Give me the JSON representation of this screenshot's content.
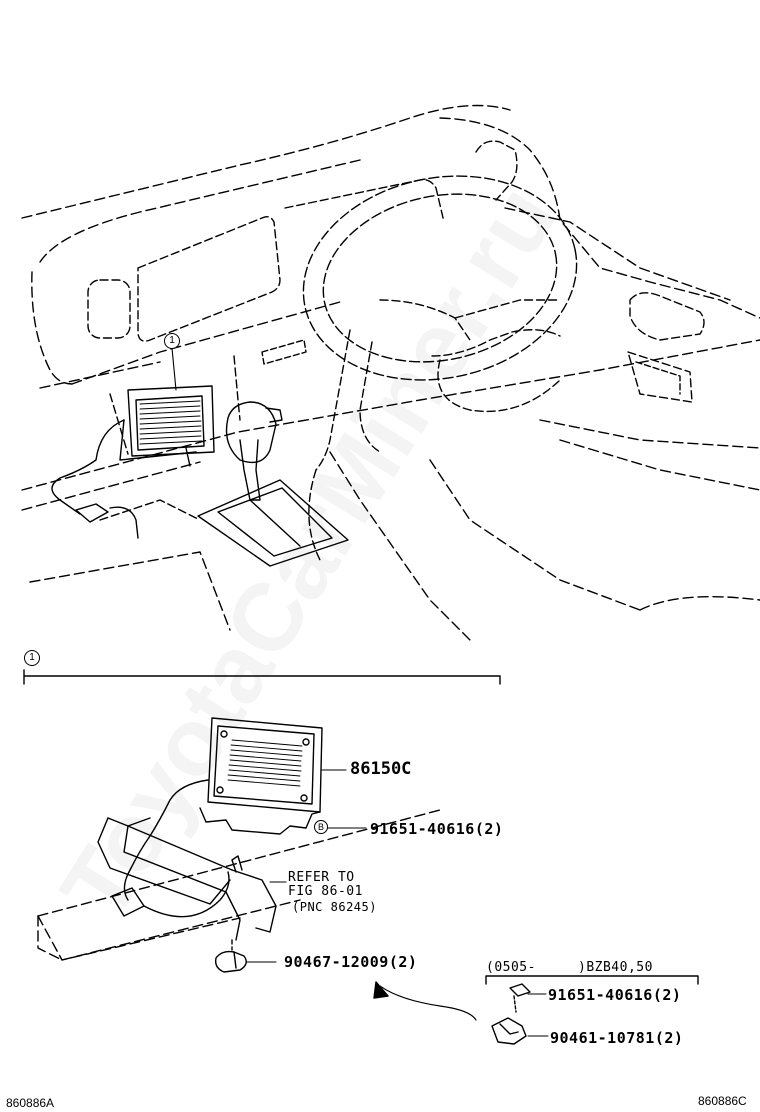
{
  "callout": {
    "number": "1"
  },
  "section_header": {
    "number": "1"
  },
  "parts": {
    "computer": {
      "part_no": "86150C"
    },
    "bolt": {
      "marker": "B",
      "part_no": "91651-40616(2)"
    },
    "clip": {
      "part_no": "90467-12009(2)"
    },
    "bolt_alt": {
      "part_no": "91651-40616(2)"
    },
    "nut_alt": {
      "part_no": "90461-10781(2)"
    }
  },
  "reference": {
    "line1": "REFER TO",
    "line2": "FIG 86-01",
    "line3": "(PNC 86245)"
  },
  "variant": {
    "date": "(0505-",
    "models": ")BZB40,50"
  },
  "footer": {
    "left_code": "860886A",
    "right_code": "860886C"
  },
  "watermark": {
    "text": "ToyotaCarMiner.ru"
  }
}
